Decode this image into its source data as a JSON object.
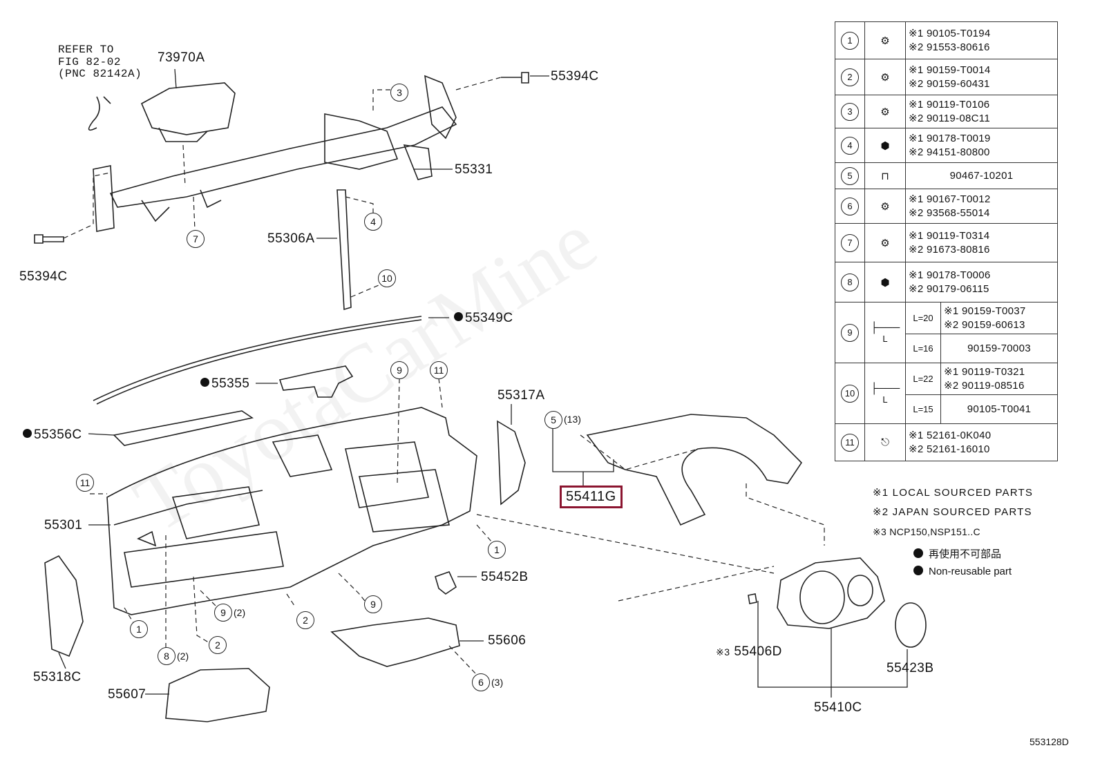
{
  "parts": {
    "p73970A": "73970A",
    "p55394C_top": "55394C",
    "p55394C_left": "55394C",
    "p55331": "55331",
    "p55306A": "55306A",
    "p55349C": "55349C",
    "p55355": "55355",
    "p55356C": "55356C",
    "p55317A": "55317A",
    "p55411G": "55411G",
    "p55301": "55301",
    "p55452B": "55452B",
    "p55606": "55606",
    "p55318C": "55318C",
    "p55607": "55607",
    "p55406D": "55406D",
    "p55406D_prefix": "※3",
    "p55423B": "55423B",
    "p55410C": "55410C"
  },
  "refer_note": "REFER TO\nFIG 82-02\n(PNC 82142A)",
  "callouts": {
    "c3": "3",
    "c7": "7",
    "c4": "4",
    "c10": "10",
    "c9a": "9",
    "c11a": "11",
    "c5": "5",
    "c5_qty": "(13)",
    "c11b": "11",
    "c1a": "1",
    "c1b": "1",
    "c9b": "9",
    "c9b_qty": "(2)",
    "c2a": "2",
    "c2b": "2",
    "c9c": "9",
    "c8": "8",
    "c8_qty": "(2)",
    "c6": "6",
    "c6_qty": "(3)"
  },
  "table": {
    "rows": [
      {
        "no": "1",
        "a": "※1 90105-T0194",
        "b": "※2 91553-80616"
      },
      {
        "no": "2",
        "a": "※1 90159-T0014",
        "b": "※2 90159-60431"
      },
      {
        "no": "3",
        "a": "※1 90119-T0106",
        "b": "※2 90119-08C11"
      },
      {
        "no": "4",
        "a": "※1 90178-T0019",
        "b": "※2 94151-80800"
      },
      {
        "no": "5",
        "single": "90467-10201"
      },
      {
        "no": "6",
        "a": "※1 90167-T0012",
        "b": "※2 93568-55014"
      },
      {
        "no": "7",
        "a": "※1 90119-T0314",
        "b": "※2 91673-80816"
      },
      {
        "no": "8",
        "a": "※1 90178-T0006",
        "b": "※2 90179-06115"
      }
    ],
    "row9": {
      "no": "9",
      "l1": "L=20",
      "a": "※1 90159-T0037",
      "b": "※2 90159-60613",
      "l2": "L=16",
      "c": "90159-70003",
      "dim": "L"
    },
    "row10": {
      "no": "10",
      "l1": "L=22",
      "a": "※1 90119-T0321",
      "b": "※2 90119-08516",
      "l2": "L=15",
      "c": "90105-T0041",
      "dim": "L"
    },
    "row11": {
      "no": "11",
      "a": "※1 52161-0K040",
      "b": "※2 52161-16010"
    }
  },
  "notes": [
    "※1 LOCAL SOURCED PARTS",
    "※2 JAPAN SOURCED PARTS",
    "※3 NCP150,NSP151..C"
  ],
  "legend": [
    {
      "label": "再使用不可部品"
    },
    {
      "label": "Non-reusable part"
    }
  ],
  "figure_number": "553128D",
  "colors": {
    "highlight": "#8b1530",
    "line": "#222222"
  }
}
